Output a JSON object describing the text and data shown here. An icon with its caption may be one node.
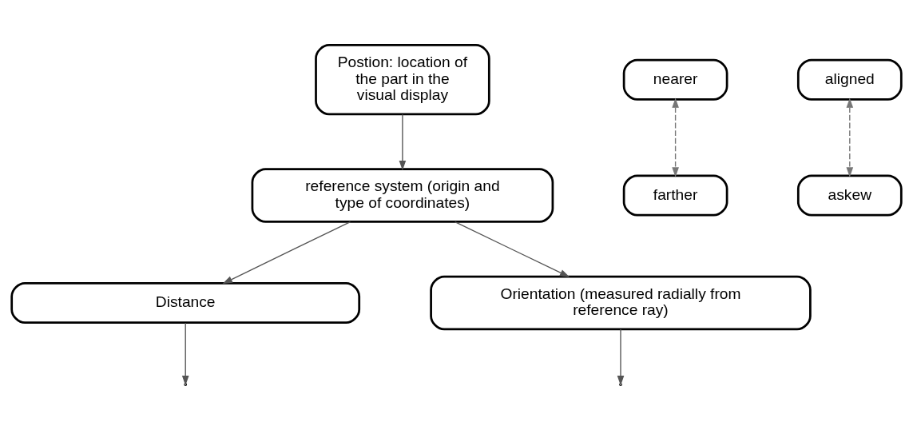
{
  "diagram": {
    "nodes": [
      {
        "text": [
          "Postion: location of the part in the visual display"
        ]
      },
      {
        "text": [
          "reference system (origin and type of coordinates)"
        ]
      },
      {
        "text": [
          "Distance"
        ]
      },
      {
        "text": [
          "Orientation (measured radially from reference ray)"
        ]
      },
      {
        "text": [
          "nearer"
        ]
      },
      {
        "text": [
          "farther"
        ]
      },
      {
        "text": [
          "aligned"
        ]
      },
      {
        "text": [
          "askew"
        ]
      }
    ],
    "edges": [
      {
        "from": 0,
        "to": 1,
        "arrow": "to"
      },
      {
        "from": 1,
        "to": 2,
        "arrow": "to"
      },
      {
        "from": 1,
        "to": 3,
        "arrow": "to"
      },
      {
        "from": 2,
        "to": null,
        "arrow": "to"
      },
      {
        "from": 4,
        "to": 5,
        "arrow": "both",
        "style": "dashed"
      },
      {
        "from": 3,
        "to": null,
        "arrow": "to"
      },
      {
        "from": 6,
        "to": 7,
        "arrow": "both",
        "style": "dashed"
      }
    ]
  }
}
